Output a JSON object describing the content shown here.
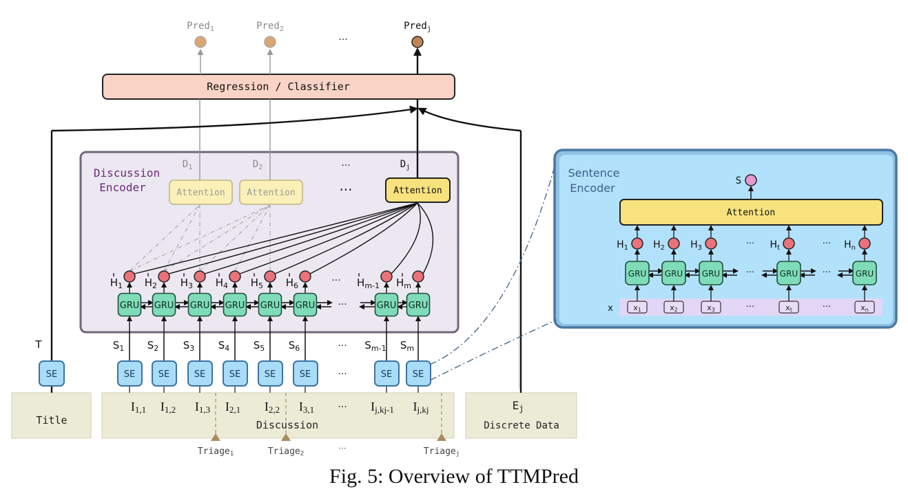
{
  "caption": "Fig. 5: Overview of TTMPred",
  "predictions": {
    "items": [
      {
        "label": "Pred",
        "sub": "1",
        "active": false
      },
      {
        "label": "Pred",
        "sub": "2",
        "active": false
      },
      {
        "label": "Pred",
        "sub": "j",
        "active": true
      }
    ],
    "ellipsis": "···"
  },
  "classifier": {
    "label": "Regression / Classifier"
  },
  "discussion_encoder": {
    "title_line1": "Discussion",
    "title_line2": "Encoder",
    "outputs": [
      {
        "label": "D",
        "sub": "1",
        "active": false
      },
      {
        "label": "D",
        "sub": "2",
        "active": false
      },
      {
        "label": "D",
        "sub": "j",
        "active": true
      }
    ],
    "attention_label": "Attention",
    "ellipsis": "···",
    "hidden_states": [
      {
        "label": "H",
        "sub": "1"
      },
      {
        "label": "H",
        "sub": "2"
      },
      {
        "label": "H",
        "sub": "3"
      },
      {
        "label": "H",
        "sub": "4"
      },
      {
        "label": "H",
        "sub": "5"
      },
      {
        "label": "H",
        "sub": "6"
      },
      {
        "label": "H",
        "sub": "m-1"
      },
      {
        "label": "H",
        "sub": "m"
      }
    ],
    "gru_label": "GRU"
  },
  "sentence_inputs": {
    "title_vector": "T",
    "sentences": [
      {
        "label": "S",
        "sub": "1"
      },
      {
        "label": "S",
        "sub": "2"
      },
      {
        "label": "S",
        "sub": "3"
      },
      {
        "label": "S",
        "sub": "4"
      },
      {
        "label": "S",
        "sub": "5"
      },
      {
        "label": "S",
        "sub": "6"
      },
      {
        "label": "S",
        "sub": "m-1"
      },
      {
        "label": "S",
        "sub": "m"
      }
    ],
    "se_label": "SE",
    "ellipsis": "···"
  },
  "inputs": {
    "title_box": "Title",
    "discussion_box": "Discussion",
    "discrete_box": "Discrete Data",
    "discrete_var": {
      "label": "E",
      "sub": "j"
    },
    "issues": [
      {
        "label": "I",
        "sub": "1,1"
      },
      {
        "label": "I",
        "sub": "1,2"
      },
      {
        "label": "I",
        "sub": "1,3"
      },
      {
        "label": "I",
        "sub": "2,1"
      },
      {
        "label": "I",
        "sub": "2,2"
      },
      {
        "label": "I",
        "sub": "3,1"
      },
      {
        "label": "I",
        "sub": "j,kj-1"
      },
      {
        "label": "I",
        "sub": "j,kj"
      }
    ],
    "ellipsis": "···",
    "triage": [
      {
        "label": "Triage",
        "sub": "1"
      },
      {
        "label": "Triage",
        "sub": "2"
      },
      {
        "label": "Triage",
        "sub": "j"
      }
    ],
    "triage_ellipsis": "···"
  },
  "sentence_encoder": {
    "title_line1": "Sentence",
    "title_line2": "Encoder",
    "output_label": "S",
    "attention_label": "Attention",
    "gru_label": "GRU",
    "x_row_label": "x",
    "hidden_states": [
      {
        "label": "H",
        "sub": "1"
      },
      {
        "label": "H",
        "sub": "2"
      },
      {
        "label": "H",
        "sub": "3"
      },
      {
        "label": "H",
        "sub": "t"
      },
      {
        "label": "H",
        "sub": "n"
      }
    ],
    "tokens": [
      {
        "label": "x",
        "sub": "1"
      },
      {
        "label": "x",
        "sub": "2"
      },
      {
        "label": "x",
        "sub": "3"
      },
      {
        "label": "x",
        "sub": "t"
      },
      {
        "label": "x",
        "sub": "n"
      }
    ],
    "ellipsis": "···"
  },
  "colors": {
    "classifier_fill": "#f9d3c5",
    "attention_active": "#f8e27e",
    "attention_faded": "#fbf1b8",
    "gru_fill": "#7fdcb8",
    "hidden_node": "#e8737a",
    "se_fill": "#a9dcf7",
    "input_box": "#ececd6",
    "disc_encoder_bg": "#ece8f2",
    "disc_encoder_border": "#6f6779",
    "sent_encoder_bg": "#b2e1fb",
    "sent_encoder_border": "#4a78a3",
    "pred_faded": "#d9a774",
    "pred_active": "#c08656",
    "s_node": "#e79ad0",
    "token_row": "#e2d5f5",
    "triage_marker": "#a98b5f"
  }
}
